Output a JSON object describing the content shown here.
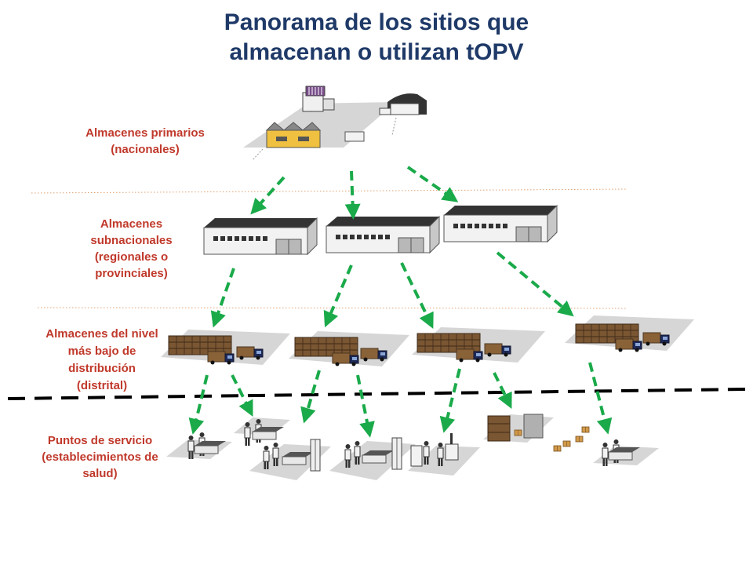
{
  "title": {
    "line1": "Panorama de los sitios que",
    "line2": "almacenan o utilizan tOPV"
  },
  "levels": [
    {
      "name": "primary",
      "lines": [
        "Almacenes primarios",
        "(nacionales)"
      ]
    },
    {
      "name": "subnational",
      "lines": [
        "Almacenes",
        "subnacionales",
        "(regionales o",
        "provinciales)"
      ]
    },
    {
      "name": "district",
      "lines": [
        "Almacenes del nivel",
        "más bajo de",
        "distribución",
        "(distrital)"
      ]
    },
    {
      "name": "service",
      "lines": [
        "Puntos de servicio",
        "(establecimientos de",
        "salud)"
      ]
    }
  ],
  "colors": {
    "title": "#1f3a68",
    "label": "#c0392b",
    "arrow": "#1aaa4a",
    "divider": "#000000",
    "dotted": "#e0a070",
    "ground": "#d6d6d6"
  },
  "icons": {
    "primary": "factory-complex-icon",
    "subnational": "warehouse-icon",
    "district": "storage-with-trucks-icon",
    "service": "health-facility-icon"
  }
}
